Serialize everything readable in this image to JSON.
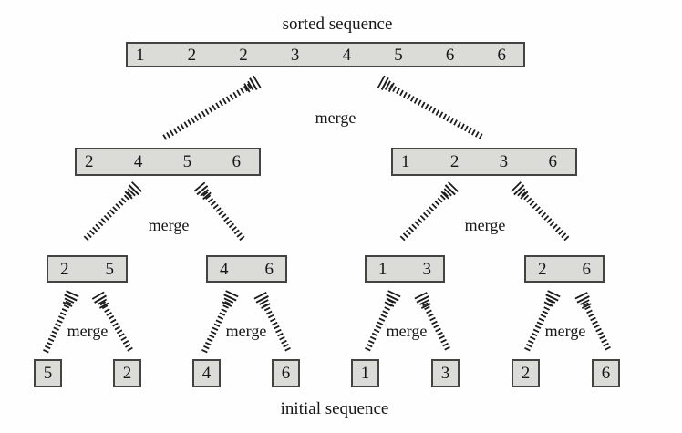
{
  "labels": {
    "top": "sorted sequence",
    "bottom": "initial sequence",
    "merge": "merge"
  },
  "colors": {
    "background": "#fefefe",
    "box_fill": "#dbdbd7",
    "box_border": "#434341",
    "arrow": "#1c1c1c",
    "text": "#171717"
  },
  "tree": {
    "sorted": [
      "1",
      "2",
      "2",
      "3",
      "4",
      "5",
      "6",
      "6"
    ],
    "merged_left": [
      "2",
      "4",
      "5",
      "6"
    ],
    "merged_right": [
      "1",
      "2",
      "3",
      "6"
    ],
    "pairs": [
      [
        "2",
        "5"
      ],
      [
        "4",
        "6"
      ],
      [
        "1",
        "3"
      ],
      [
        "2",
        "6"
      ]
    ],
    "initial": [
      "5",
      "2",
      "4",
      "6",
      "1",
      "3",
      "2",
      "6"
    ]
  }
}
